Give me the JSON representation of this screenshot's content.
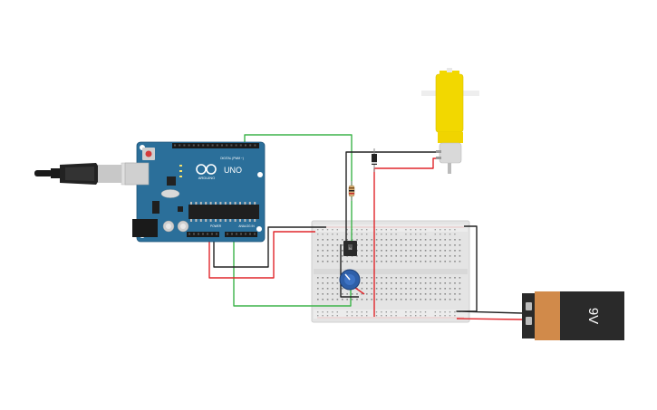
{
  "arduino": {
    "logo": "ARDUINO",
    "model": "UNO",
    "digital_header": "DIGITAL (PWM ~)",
    "power_header": "POWER",
    "analog_header": "ANALOG IN"
  },
  "battery": {
    "label": "9V"
  },
  "colors": {
    "board": "#2b6f9a",
    "wire_red": "#e0262b",
    "wire_black": "#222222",
    "wire_green": "#3db44a",
    "motor_yellow": "#f2d800",
    "battery_copper": "#d18a4a",
    "battery_black": "#2a2a2a",
    "breadboard": "#e6e6e6"
  }
}
